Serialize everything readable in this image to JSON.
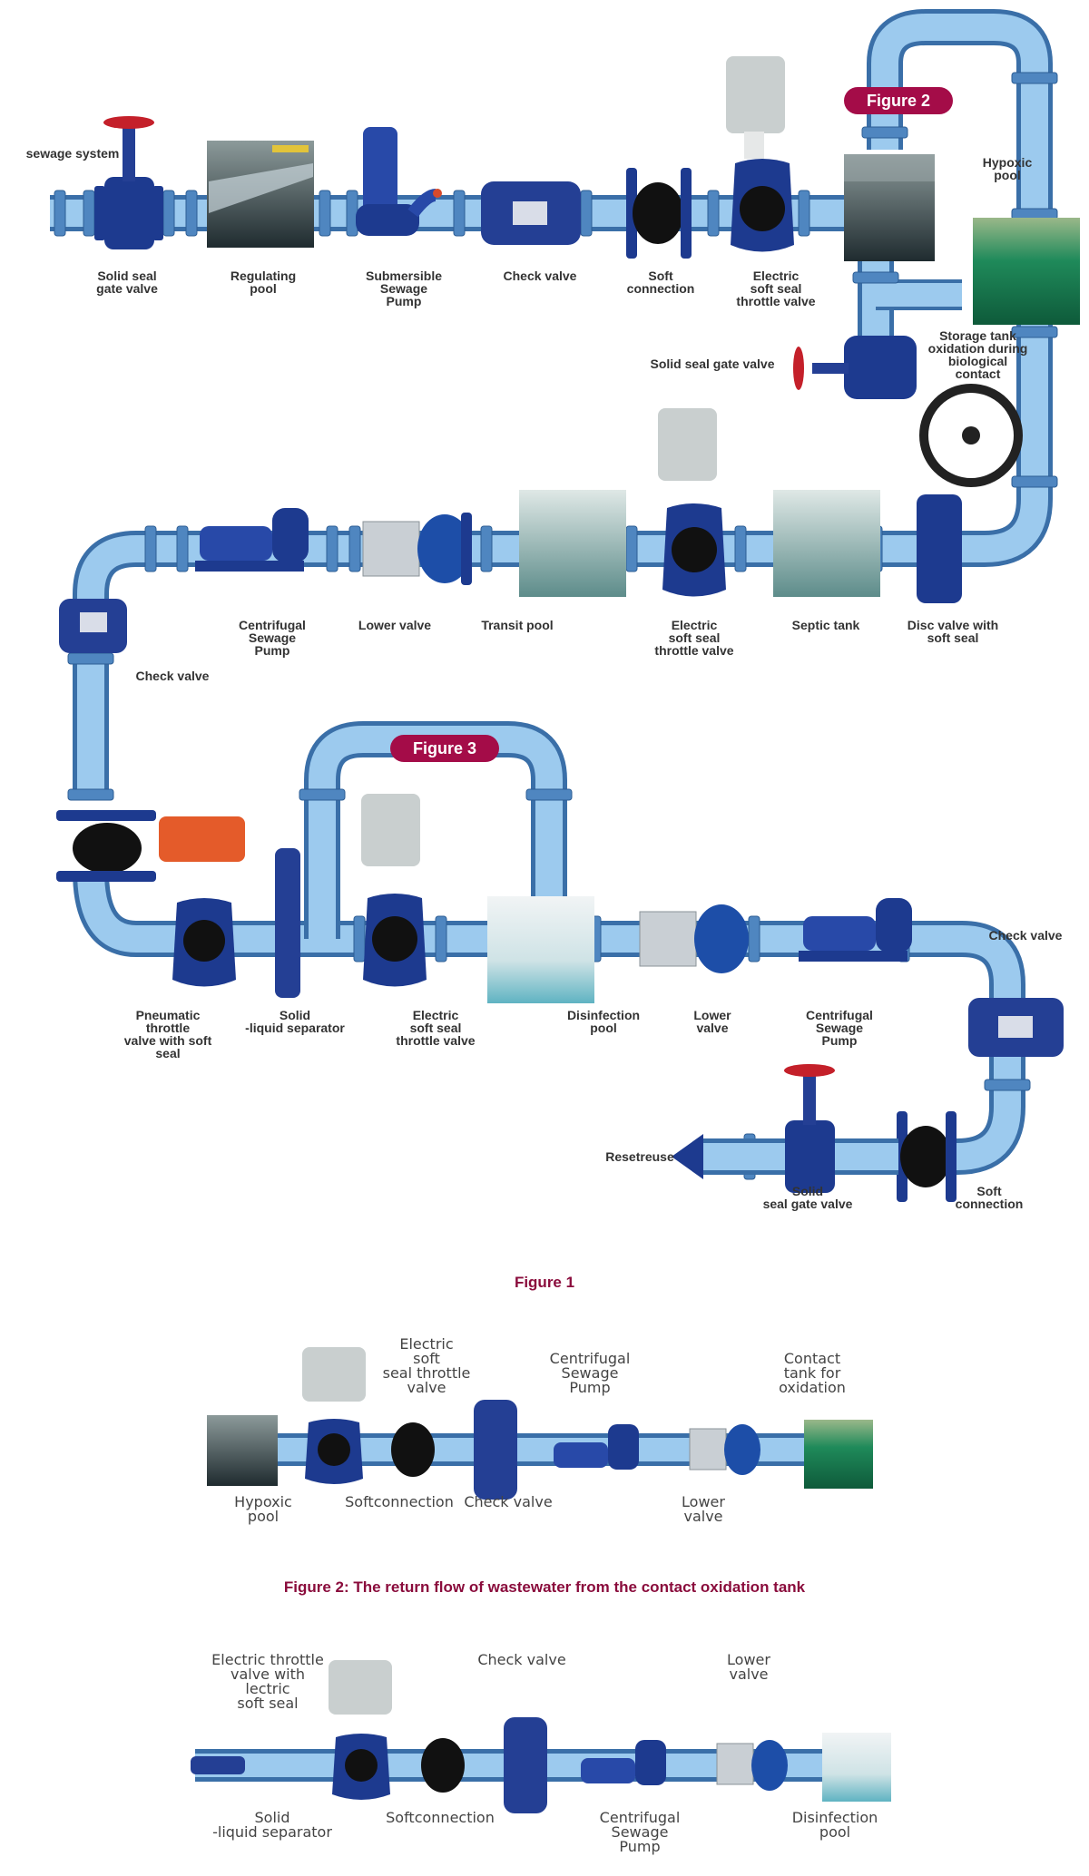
{
  "colors": {
    "pipe": "#7fb6e0",
    "pipe_dark": "#3d76b4",
    "valve": "#1d3a8f",
    "tag": "#a40c48",
    "caption": "#8a0c3c"
  },
  "figure1": {
    "caption": "Figure 1",
    "tag2": "Figure 2",
    "tag3": "Figure 3",
    "labels": {
      "sewage_system": "sewage system",
      "solid_seal_gate_valve": "Solid seal\ngate valve",
      "regulating_pool": "Regulating\npool",
      "submersible_pump": "Submersible\nSewage\nPump",
      "check_valve_1": "Check valve",
      "soft_connection_1": "Soft\nconnection",
      "electric_valve_1": "Electric\nsoft seal\nthrottle valve",
      "hypoxic_pool": "Hypoxic\npool",
      "storage_tank": "Storage tank\noxidation during\nbiological\ncontact",
      "solid_seal_gate_valve_2": "Solid seal gate valve",
      "centrifugal_pump_1": "Centrifugal\nSewage\nPump",
      "lower_valve_1": "Lower valve",
      "transit_pool": "Transit pool",
      "electric_valve_2": "Electric\nsoft seal\nthrottle valve",
      "septic_tank": "Septic tank",
      "disc_valve": "Disc valve with\nsoft seal",
      "check_valve_2": "Check valve",
      "pneumatic_valve": "Pneumatic\nthrottle\nvalve with soft\nseal",
      "separator_1": "Solid\n-liquid separator",
      "electric_valve_3": "Electric\nsoft seal\nthrottle valve",
      "disinfection_pool": "Disinfection\npool",
      "lower_valve_2": "Lower\nvalve",
      "centrifugal_pump_2": "Centrifugal\nSewage\nPump",
      "check_valve_3": "Check valve",
      "resetreuse": "Resetreuse",
      "solid_seal_gate_valve_3": "Solid\nseal gate valve",
      "soft_connection_2": "Soft\nconnection"
    }
  },
  "figure2": {
    "caption": "Figure 2: The return flow of wastewater from the contact oxidation tank",
    "labels": {
      "electric_valve": "Electric\nsoft\nseal throttle\nvalve",
      "centrifugal_pump": "Centrifugal\nSewage\nPump",
      "contact_tank": "Contact\ntank for\noxidation",
      "hypoxic_pool": "Hypoxic\npool",
      "soft_connection": "Softconnection",
      "check_valve": "Check valve",
      "lower_valve": "Lower\nvalve"
    }
  },
  "figure3": {
    "labels": {
      "electric_valve": "Electric throttle\nvalve with\nlectric\nsoft seal",
      "check_valve": "Check valve",
      "lower_valve": "Lower\nvalve",
      "separator": "Solid\n-liquid separator",
      "soft_connection": "Softconnection",
      "centrifugal_pump": "Centrifugal\nSewage\nPump",
      "disinfection_pool": "Disinfection\npool"
    }
  }
}
